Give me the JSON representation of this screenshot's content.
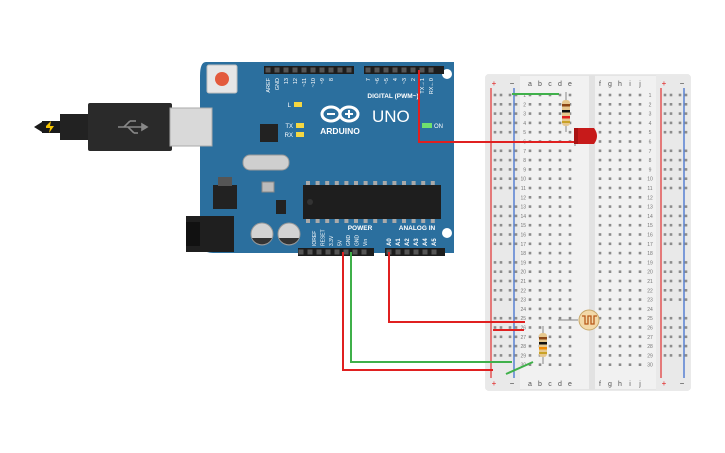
{
  "arduino": {
    "board_name": "UNO",
    "brand": "ARDUINO",
    "digital_label": "DIGITAL (PWM~)",
    "on_label": "ON",
    "l_label": "L",
    "tx_label": "TX",
    "rx_label": "RX",
    "power_label": "POWER",
    "analog_label": "ANALOG IN",
    "top_pins": [
      "AREF",
      "GND",
      "13",
      "12",
      "~11",
      "~10",
      "~9",
      "8",
      "7",
      "~6",
      "~5",
      "4",
      "~3",
      "2",
      "TX→1",
      "RX←0"
    ],
    "power_pins": [
      "IOREF",
      "RESET",
      "3.3V",
      "5V",
      "GND",
      "GND",
      "Vin"
    ],
    "analog_pins": [
      "A0",
      "A1",
      "A2",
      "A3",
      "A4",
      "A5"
    ],
    "board_color": "#2b6f9e"
  },
  "breadboard": {
    "columns_left": [
      "a",
      "b",
      "c",
      "d",
      "e"
    ],
    "columns_right": [
      "f",
      "g",
      "h",
      "i",
      "j"
    ],
    "rows": [
      "1",
      "2",
      "3",
      "4",
      "5",
      "6",
      "7",
      "8",
      "9",
      "10",
      "11",
      "12",
      "13",
      "14",
      "15",
      "16",
      "17",
      "18",
      "19",
      "20",
      "21",
      "22",
      "23",
      "24",
      "25",
      "26",
      "27",
      "28",
      "29",
      "30"
    ],
    "rail_plus": "+",
    "rail_minus": "−"
  },
  "components": {
    "led": "red-led",
    "photoresistor": "ldr",
    "resistors": [
      "led-resistor",
      "pulldown-resistor"
    ]
  },
  "wires": {
    "red": "#e02020",
    "green": "#3fb04a"
  }
}
